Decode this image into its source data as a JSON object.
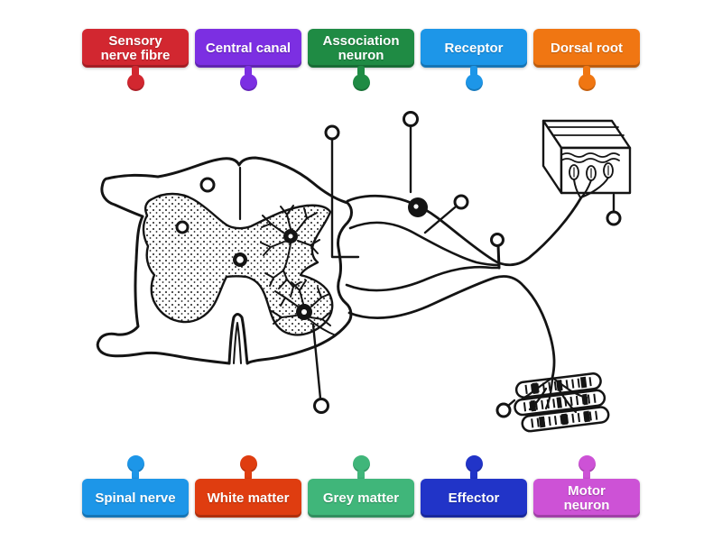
{
  "top_labels": [
    {
      "text": "Sensory nerve fibre",
      "color": "#d22730"
    },
    {
      "text": "Central canal",
      "color": "#7c2fe2"
    },
    {
      "text": "Association neuron",
      "color": "#1f8b44"
    },
    {
      "text": "Receptor",
      "color": "#1d96e8"
    },
    {
      "text": "Dorsal root",
      "color": "#f07612"
    }
  ],
  "bottom_labels": [
    {
      "text": "Spinal nerve",
      "color": "#1d96e8"
    },
    {
      "text": "White matter",
      "color": "#df3d10"
    },
    {
      "text": "Grey matter",
      "color": "#40b67a"
    },
    {
      "text": "Effector",
      "color": "#2134c8"
    },
    {
      "text": "Motor neuron",
      "color": "#cd52d6"
    }
  ],
  "diagram": {
    "ink_color": "#141414",
    "answer_points": "9"
  }
}
